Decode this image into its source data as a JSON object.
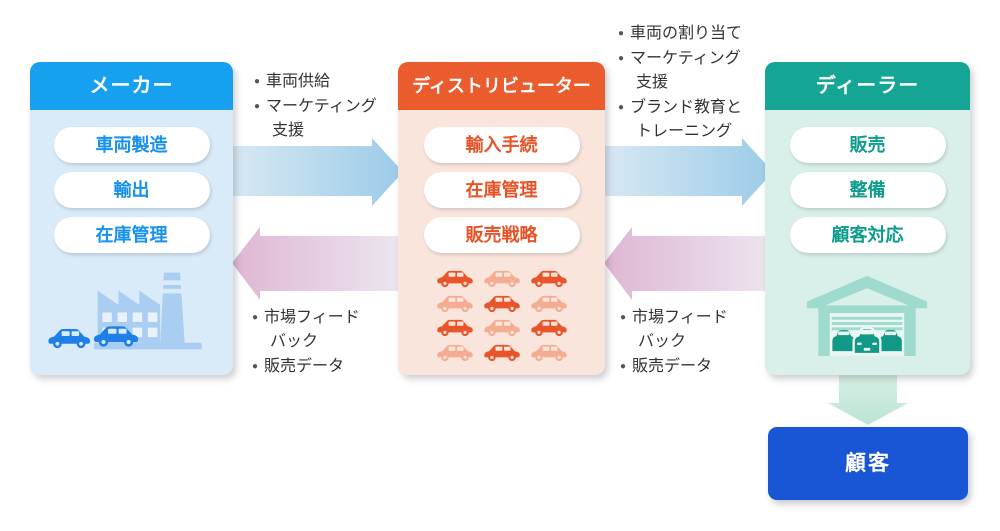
{
  "colors": {
    "maker_header": "#18A0F0",
    "maker_body": "#D9EAF8",
    "maker_accent": "#1791EC",
    "distributor_header": "#EA5B2D",
    "distributor_body": "#FAE5DC",
    "distributor_accent": "#E75327",
    "dealer_header": "#14A595",
    "dealer_body": "#D9EFE9",
    "dealer_accent": "#0E9C8C",
    "customer_bg": "#1956D6",
    "annotation_text": "#333333",
    "arrow_blue_from": "#D9E9F3",
    "arrow_blue_to": "#9BCBE8",
    "arrow_pink_from": "#DFB6D3",
    "arrow_pink_to": "#ECE7F0",
    "arrow_down_from": "#D9F0E6",
    "arrow_down_to": "#BCE4D4",
    "car_dark": "#E8552A",
    "car_light": "#F4AC93",
    "factory_fill": "#A9CEF2",
    "factory_window": "#E9F2FB",
    "factory_car": "#1E7FE8",
    "garage_fill": "#9EDACE",
    "garage_interior": "#E9F6F2",
    "garage_car": "#129887"
  },
  "panels": [
    {
      "title": "メーカー",
      "items": [
        "車両製造",
        "輸出",
        "在庫管理"
      ],
      "icon": "factory-icon"
    },
    {
      "title": "ディストリビューター",
      "items": [
        "輸入手続",
        "在庫管理",
        "販売戦略"
      ],
      "icon": "car-grid-icon"
    },
    {
      "title": "ディーラー",
      "items": [
        "販売",
        "整備",
        "顧客対応"
      ],
      "icon": "garage-icon"
    }
  ],
  "annotations": {
    "maker_to_distributor": [
      "車両供給",
      "マーケティング\n支援"
    ],
    "distributor_to_dealer": [
      "車両の割り当て",
      "マーケティング\n支援",
      "ブランド教育と\nトレーニング"
    ],
    "distributor_to_maker": [
      "市場フィード\nバック",
      "販売データ"
    ],
    "dealer_to_distributor": [
      "市場フィード\nバック",
      "販売データ"
    ]
  },
  "customer": {
    "label": "顧客"
  },
  "car_grid": {
    "pattern": [
      [
        "dark",
        "light",
        "dark"
      ],
      [
        "light",
        "dark",
        "light"
      ],
      [
        "dark",
        "light",
        "dark"
      ],
      [
        "light",
        "dark",
        "light"
      ]
    ]
  }
}
